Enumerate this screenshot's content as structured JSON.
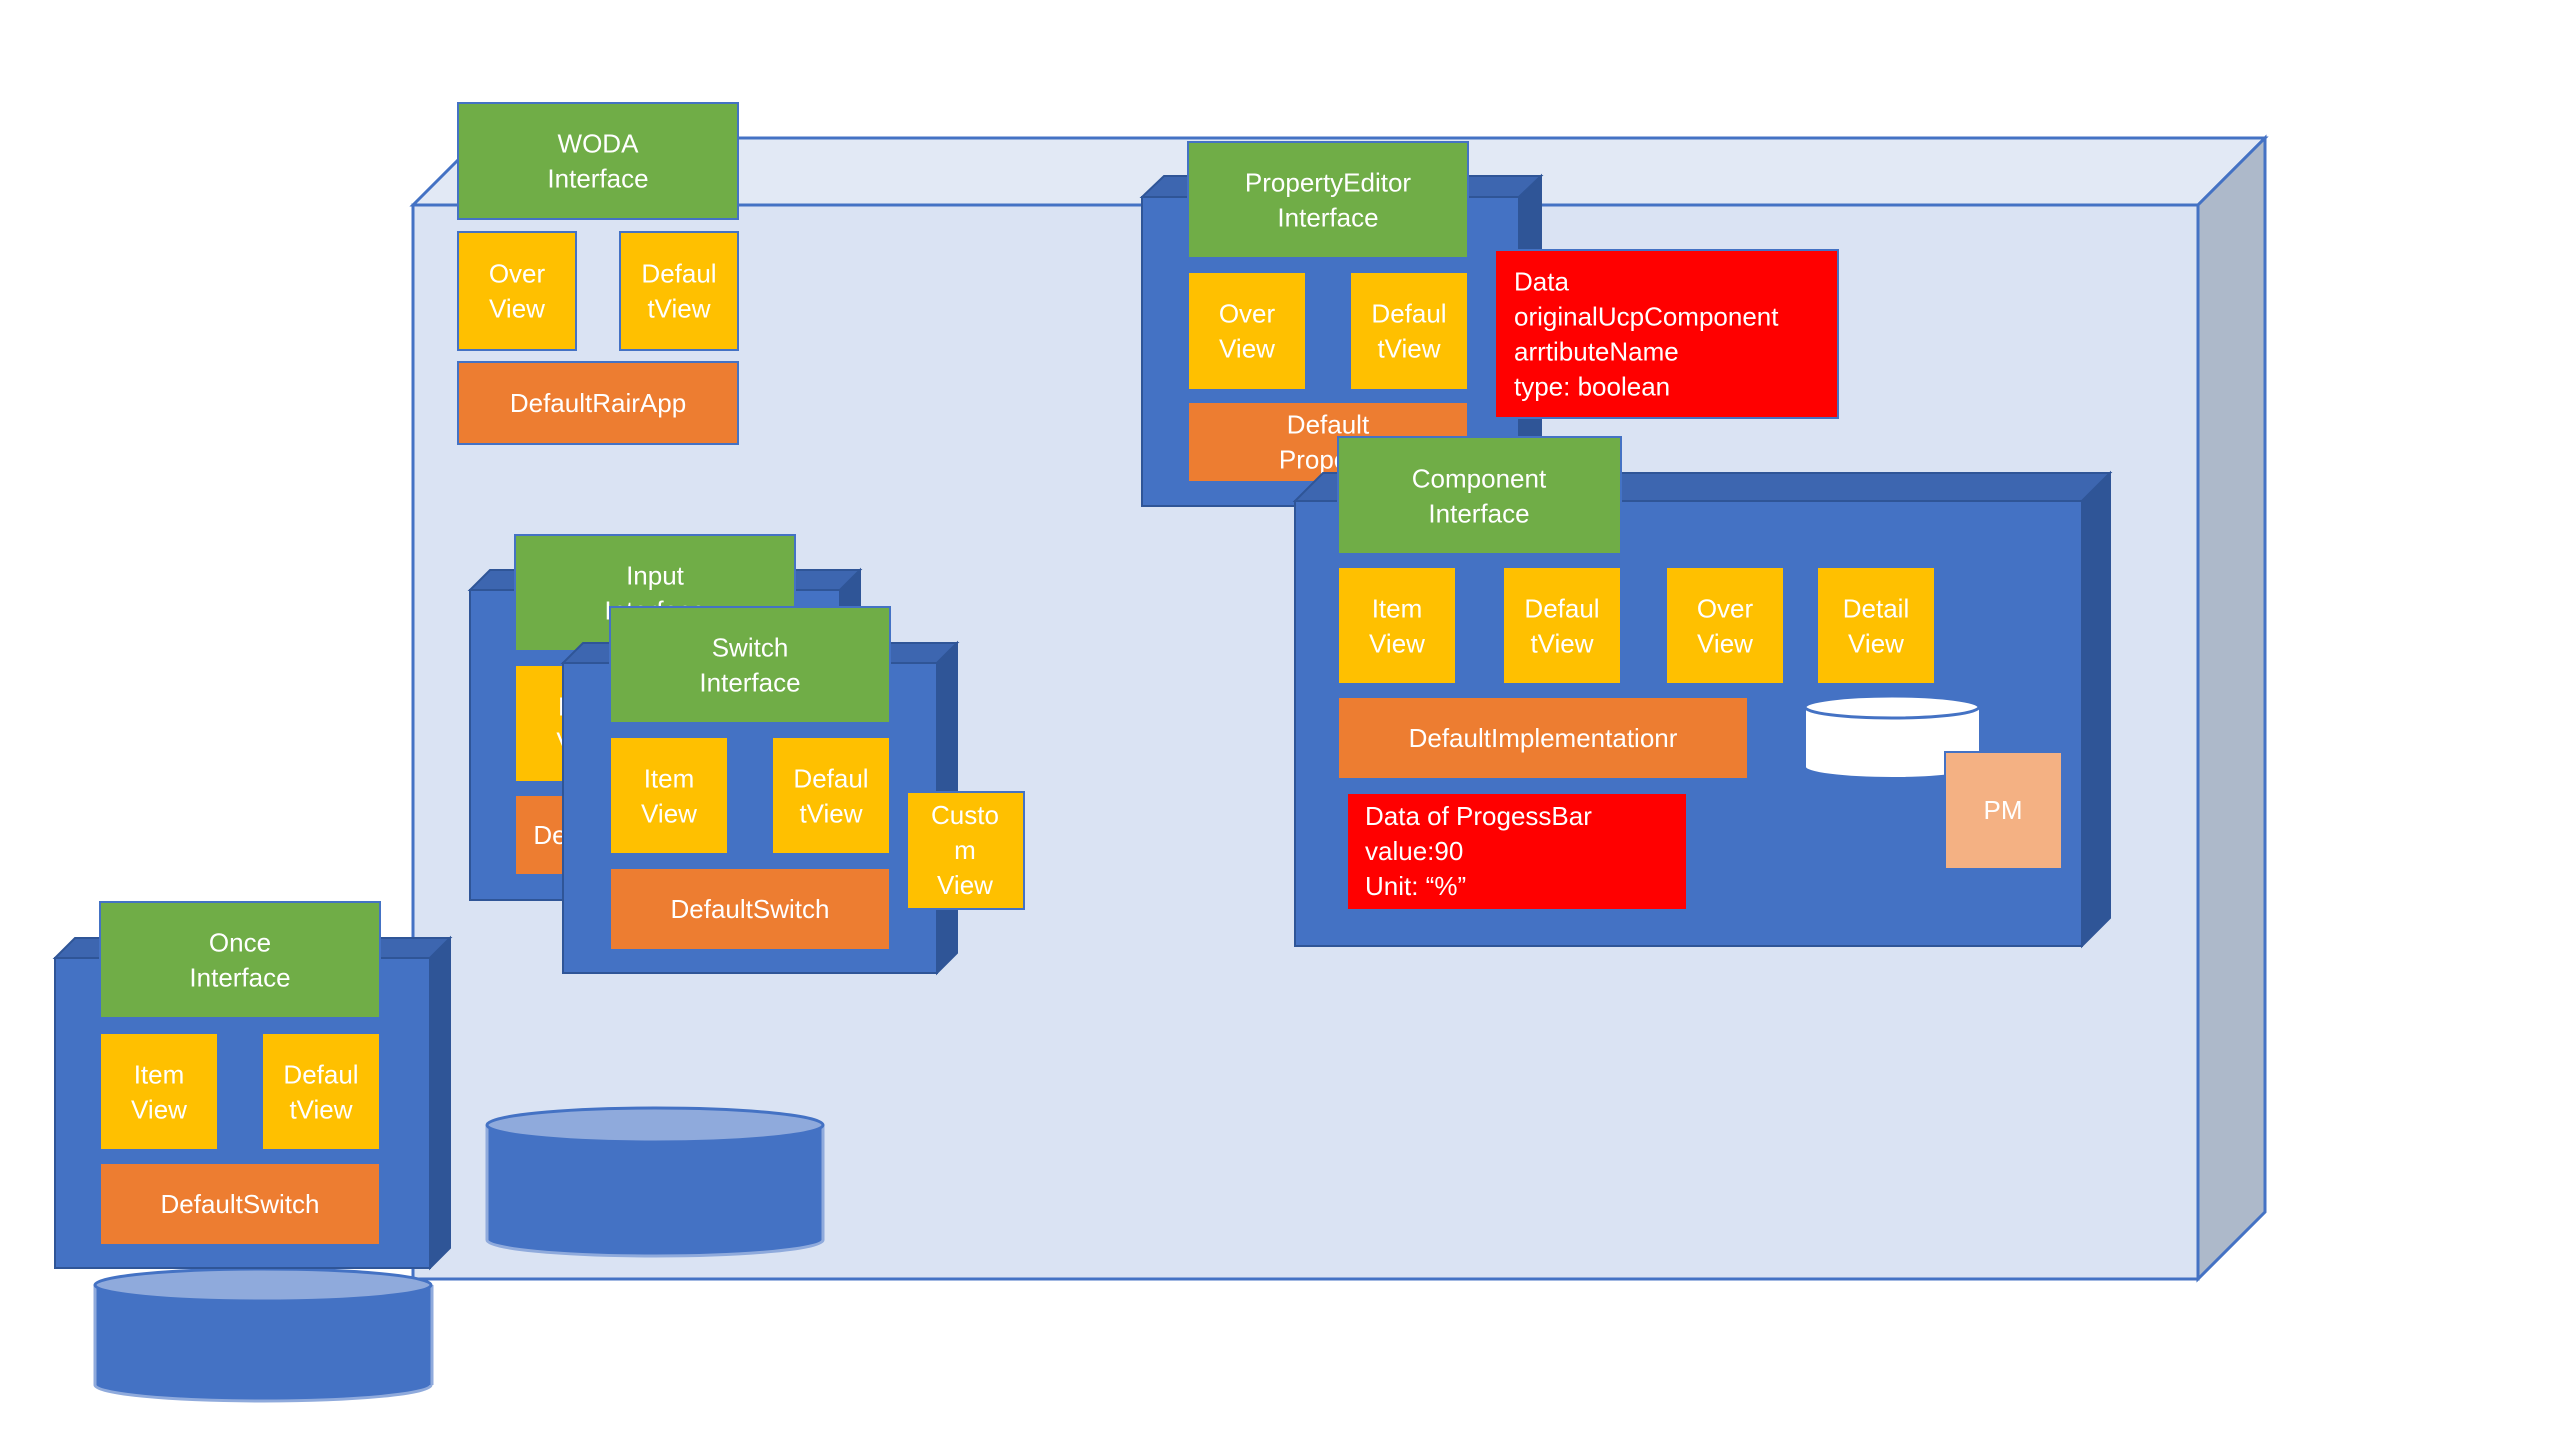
{
  "colors": {
    "container_front": "#dae3f3",
    "container_top": "#e2e9f5",
    "container_side": "#adb9ca",
    "container_stroke": "#4472c4",
    "blue": "#4472c4",
    "blue_top": "#3d66b0",
    "blue_side": "#2f5597",
    "green": "#70ad47",
    "yellow": "#ffc000",
    "orange": "#ed7d31",
    "red": "#ff0000",
    "peach": "#f4b183",
    "text": "#ffffff"
  },
  "woda": {
    "title": [
      "WODA",
      "Interface"
    ],
    "overview": [
      "Over",
      "View"
    ],
    "defaultview": [
      "Defaul",
      "tView"
    ],
    "impl": [
      "DefaultRairApp"
    ]
  },
  "property_editor": {
    "title": [
      "PropertyEditor",
      "Interface"
    ],
    "overview": [
      "Over",
      "View"
    ],
    "defaultview": [
      "Defaul",
      "tView"
    ],
    "impl": [
      "Default",
      "Property"
    ],
    "data": [
      "Data",
      "originalUcpComponent",
      "arrtibuteName",
      "type: boolean"
    ]
  },
  "component": {
    "title": [
      "Component",
      "Interface"
    ],
    "itemview": [
      "Item",
      "View"
    ],
    "defaultview": [
      "Defaul",
      "tView"
    ],
    "overview": [
      "Over",
      "View"
    ],
    "detailview": [
      "Detail",
      "View"
    ],
    "impl": [
      "DefaultImplementationr"
    ],
    "data": [
      "Data of ProgessBar",
      "value:90",
      "Unit: “%”"
    ],
    "pm": [
      "PM"
    ]
  },
  "input": {
    "title": [
      "Input",
      "Interface"
    ],
    "item_fragment": [
      "It",
      "V"
    ],
    "impl_fragment": [
      "De"
    ]
  },
  "switch": {
    "title": [
      "Switch",
      "Interface"
    ],
    "itemview": [
      "Item",
      "View"
    ],
    "defaultview": [
      "Defaul",
      "tView"
    ],
    "customview": [
      "Custo",
      "m",
      "View"
    ],
    "impl": [
      "DefaultSwitch"
    ]
  },
  "once": {
    "title": [
      "Once",
      "Interface"
    ],
    "itemview": [
      "Item",
      "View"
    ],
    "defaultview": [
      "Defaul",
      "tView"
    ],
    "impl": [
      "DefaultSwitch"
    ]
  }
}
